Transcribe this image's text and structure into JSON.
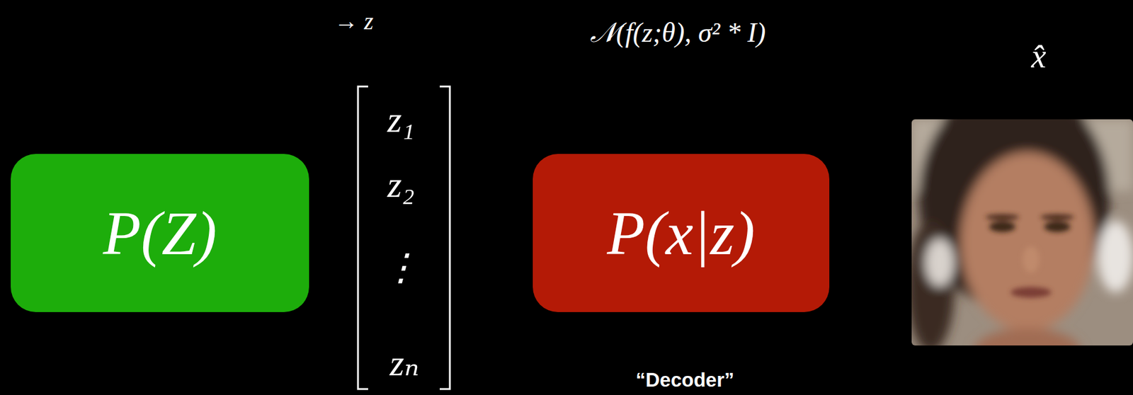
{
  "diagram": {
    "nodes": [
      {
        "text": [
          "P(Z)"
        ]
      },
      {
        "text": [
          "P(x|z)"
        ]
      }
    ],
    "labels": [
      "→ z",
      "z₁",
      "z₂",
      "⋮",
      "zₙ",
      "𝒩(f(z;θ), σ² * I)",
      "“Decoder”",
      "x̂"
    ]
  }
}
